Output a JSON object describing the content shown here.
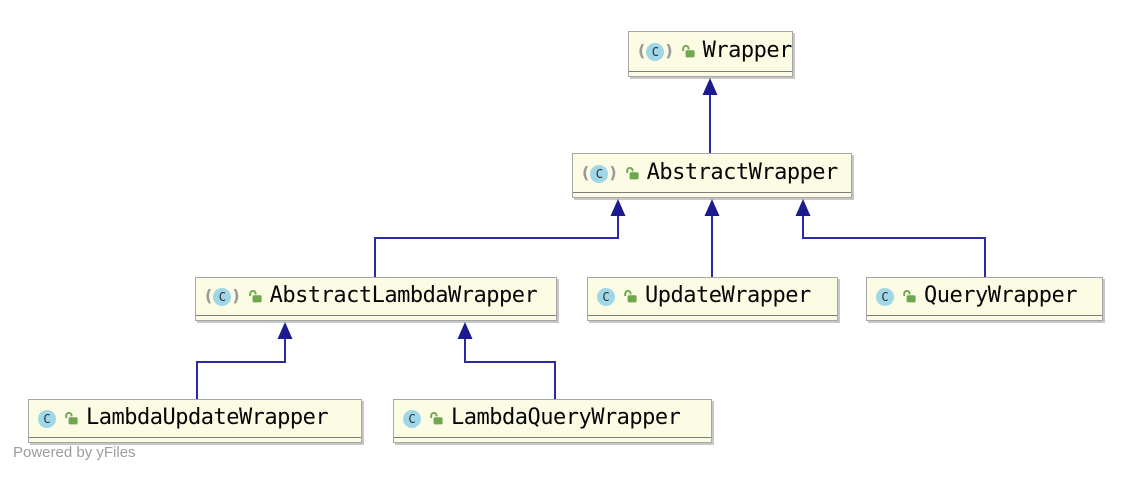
{
  "diagram_type": "uml-class-inheritance",
  "watermark": {
    "text": "Powered by yFiles"
  },
  "icons": {
    "class_letter": "C",
    "paren_open": "(",
    "paren_close": ")",
    "class_icon": "class-icon",
    "lock_icon": "open-lock-icon"
  },
  "colors": {
    "node_fill": "#fbfce3",
    "node_border": "#a6a6a6",
    "edge": "#2a2aa9",
    "arrowhead": "#1b1b8f",
    "class_circle": "#9fd7e8",
    "lock_green": "#6fa64e",
    "watermark_gray": "#9d9d9d"
  },
  "nodes": {
    "wrapper": {
      "label": "Wrapper",
      "kind": "abstract class"
    },
    "abstract_wrapper": {
      "label": "AbstractWrapper",
      "kind": "abstract class"
    },
    "abstract_lambda_wrapper": {
      "label": "AbstractLambdaWrapper",
      "kind": "abstract class"
    },
    "update_wrapper": {
      "label": "UpdateWrapper",
      "kind": "class"
    },
    "query_wrapper": {
      "label": "QueryWrapper",
      "kind": "class"
    },
    "lambda_update_wrapper": {
      "label": "LambdaUpdateWrapper",
      "kind": "class"
    },
    "lambda_query_wrapper": {
      "label": "LambdaQueryWrapper",
      "kind": "class"
    }
  },
  "edges": [
    {
      "from": "AbstractWrapper",
      "to": "Wrapper",
      "relation": "extends"
    },
    {
      "from": "AbstractLambdaWrapper",
      "to": "AbstractWrapper",
      "relation": "extends"
    },
    {
      "from": "UpdateWrapper",
      "to": "AbstractWrapper",
      "relation": "extends"
    },
    {
      "from": "QueryWrapper",
      "to": "AbstractWrapper",
      "relation": "extends"
    },
    {
      "from": "LambdaUpdateWrapper",
      "to": "AbstractLambdaWrapper",
      "relation": "extends"
    },
    {
      "from": "LambdaQueryWrapper",
      "to": "AbstractLambdaWrapper",
      "relation": "extends"
    }
  ]
}
